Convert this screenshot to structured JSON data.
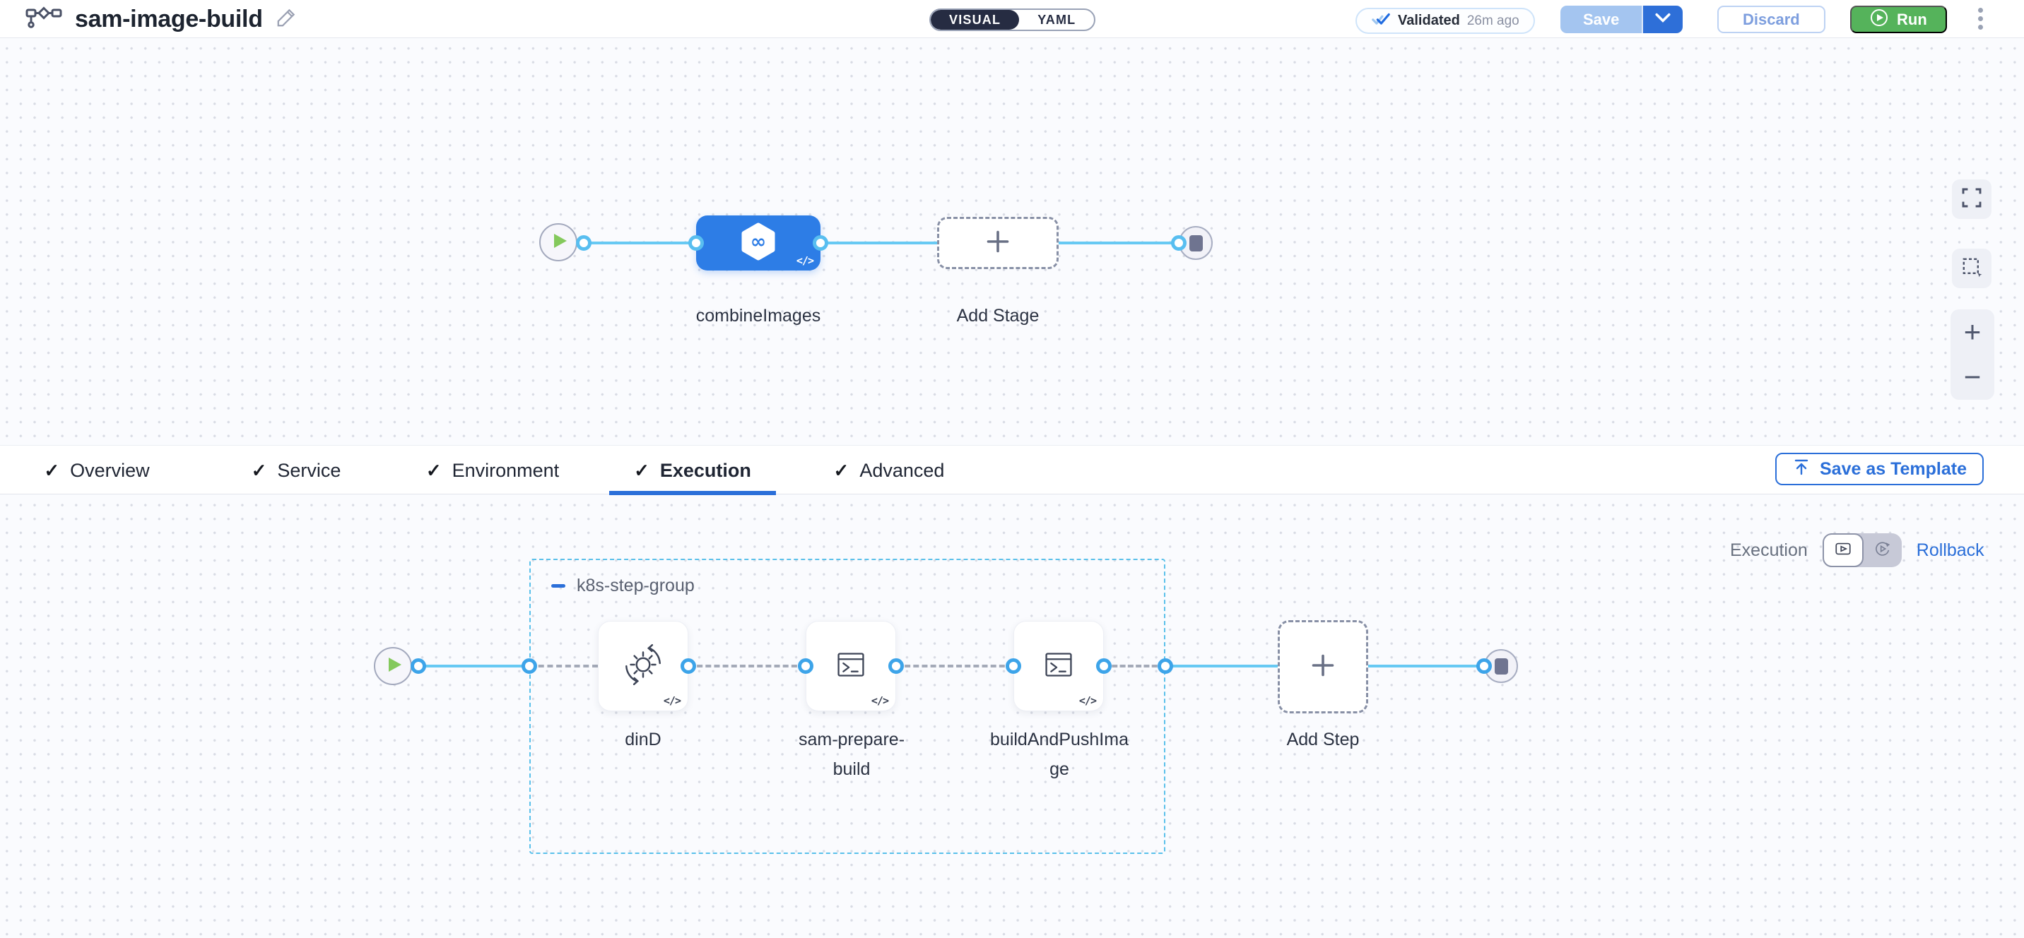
{
  "header": {
    "title": "sam-image-build",
    "view_toggle": {
      "visual_label": "VISUAL",
      "yaml_label": "YAML",
      "selected": "VISUAL"
    },
    "validation_badge": {
      "label": "Validated",
      "time_ago": "26m ago"
    },
    "save_button_label": "Save",
    "discard_button_label": "Discard",
    "run_button_label": "Run"
  },
  "stage_canvas": {
    "stage_name": "combineImages",
    "add_stage_label": "Add Stage",
    "code_badge": "</>",
    "controls": {
      "zoom_in": "+",
      "zoom_out": "−"
    }
  },
  "tab_check": "✓",
  "tabs": [
    {
      "label": "Overview",
      "checked": true,
      "active": false
    },
    {
      "label": "Service",
      "checked": true,
      "active": false
    },
    {
      "label": "Environment",
      "checked": true,
      "active": false
    },
    {
      "label": "Execution",
      "checked": true,
      "active": true
    },
    {
      "label": "Advanced",
      "checked": true,
      "active": false
    }
  ],
  "save_as_template_label": "Save as Template",
  "execution_canvas": {
    "mode_label": "Execution",
    "rollback_label": "Rollback",
    "step_group_name": "k8s-step-group",
    "steps": [
      {
        "name": "dinD",
        "icon": "sync-gear-icon"
      },
      {
        "name": "sam-prepare-build",
        "icon": "terminal-icon"
      },
      {
        "name": "buildAndPushImage",
        "icon": "terminal-icon"
      }
    ],
    "add_step_label": "Add Step",
    "code_badge": "</>"
  },
  "colors": {
    "primary_blue": "#2b6fd9",
    "stage_node_blue": "#2d7de6",
    "run_green": "#55b35b",
    "connector_line_blue": "#67c9f3",
    "ring_blue": "#3da4e9",
    "group_border_blue": "#5ac0ea",
    "save_disabled_blue": "#a4c5f0",
    "toggle_dark": "#262c42"
  }
}
